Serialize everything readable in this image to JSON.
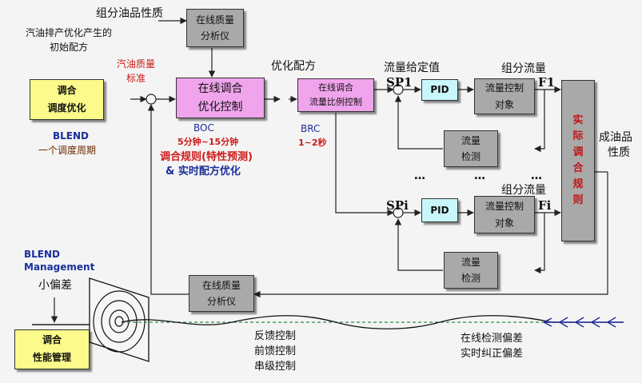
{
  "top_inputs": {
    "component_properties": "组分油品性质",
    "optimized_initial_recipe_line1": "汽油排产优化产生的",
    "optimized_initial_recipe_line2": "初始配方",
    "gasoline_quality_standard_line1": "汽油质量",
    "gasoline_quality_standard_line2": "标准"
  },
  "boxes": {
    "analyzer_top": {
      "line1": "在线质量",
      "line2": "分析仪"
    },
    "analyzer_bottom": {
      "line1": "在线质量",
      "line2": "分析仪"
    },
    "boc": {
      "line1": "在线调合",
      "line2": "优化控制"
    },
    "brc": {
      "line1": "在线调合",
      "line2": "流量比例控制"
    },
    "pid1": {
      "label": "PID"
    },
    "pidi": {
      "label": "PID"
    },
    "flow_obj1": {
      "line1": "流量控制",
      "line2": "对象"
    },
    "flow_obji": {
      "line1": "流量控制",
      "line2": "对象"
    },
    "flow_det1": {
      "line1": "流量",
      "line2": "检测"
    },
    "flow_deti": {
      "line1": "流量",
      "line2": "检测"
    },
    "actual_blend_rule": {
      "chars": [
        "实",
        "际",
        "调",
        "合",
        "规",
        "则"
      ]
    },
    "blend_scheduling": {
      "line1": "调合",
      "line2": "调度优化"
    },
    "blend_performance": {
      "line1": "调合",
      "line2": "性能管理"
    }
  },
  "labels": {
    "optimized_recipe": "优化配方",
    "flow_setpoint": "流量给定值",
    "component_flow_top": "组分流量",
    "component_flow_mid": "组分流量",
    "sp1": "SP1",
    "spi": "SPi",
    "f1": "F1",
    "fi": "Fi",
    "dots_mid1": "…",
    "dots_mid2": "…",
    "dots_right": "…",
    "product_properties_line1": "成油品",
    "product_properties_line2": "性质",
    "boc_name": "BOC",
    "boc_time": "5分钟~15分钟",
    "blend_rule_line1": "调合规则(特性预测)",
    "blend_rule_line2": "& 实时配方优化",
    "brc_name": "BRC",
    "brc_time": "1~2秒",
    "blend_name": "BLEND",
    "scheduling_cycle": "一个调度周期",
    "blend_management_line1": "BLEND",
    "blend_management_line2": "Management",
    "small_deviation": "小偏差",
    "feedback_control": "反馈控制",
    "feedforward_control": "前馈控制",
    "cascade_control": "串级控制",
    "online_detection_line1": "在线检测偏差",
    "online_detection_line2": "实时纠正偏差"
  },
  "colors": {
    "analyzer": "#a9a9a9",
    "boc_brc": "#f0a4ec",
    "pid": "#c9f6fb",
    "scheduling": "#fbfa8a",
    "annotation_red": "#cc1a1a",
    "annotation_blue": "#1b2e9c",
    "target_arrow": "#1b2e9c",
    "dashed_line": "#2a8a4a"
  }
}
